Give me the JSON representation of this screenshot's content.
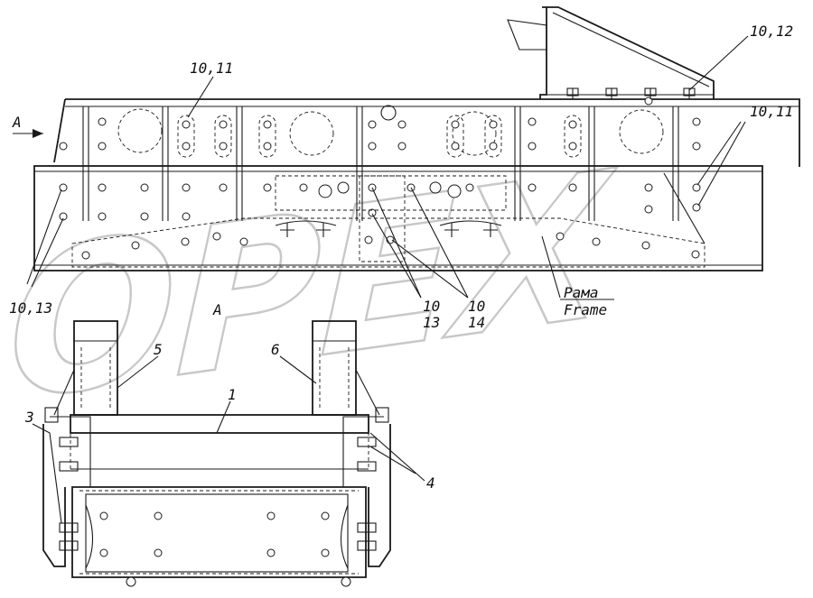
{
  "watermark": "OPEX",
  "view_label_arrow": "A",
  "view_label_section": "A",
  "callouts": {
    "c_10_12": "10,12",
    "c_10_11_left": "10,11",
    "c_10_11_right": "10,11",
    "c_10_13": "10,13",
    "c_10_a": "10",
    "c_13": "13",
    "c_10_b": "10",
    "c_14": "14",
    "c_1": "1",
    "c_3": "3",
    "c_4": "4",
    "c_5": "5",
    "c_6": "6"
  },
  "frame_label_ru": "Рама",
  "frame_label_en": "Frame"
}
